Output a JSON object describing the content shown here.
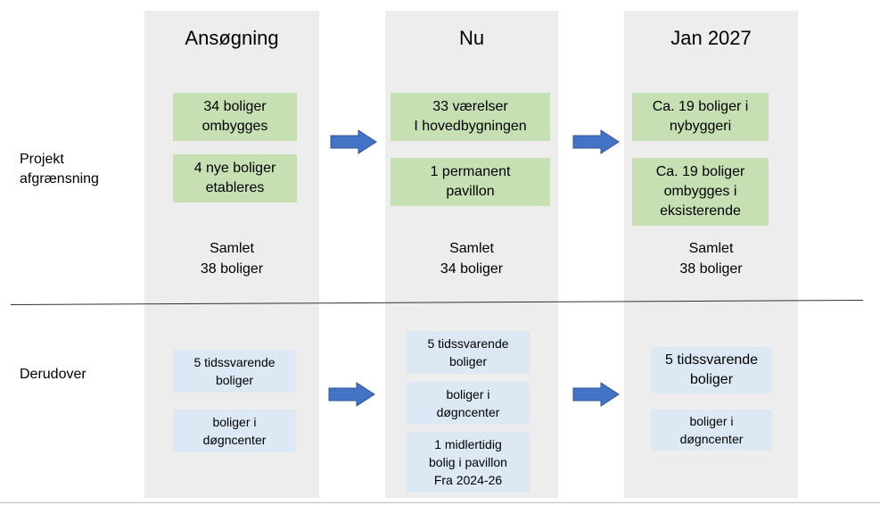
{
  "columns": [
    {
      "title": "Ansøgning",
      "top_boxes": [
        "34 boliger\nombygges",
        "4 nye boliger\netableres"
      ],
      "total": "Samlet\n38 boliger",
      "bottom_boxes": [
        "5 tidssvarende\nboliger",
        "boliger i\ndøgncenter"
      ]
    },
    {
      "title": "Nu",
      "top_boxes": [
        "33 værelser\nI hovedbygningen",
        "1 permanent\npavillon"
      ],
      "total": "Samlet\n34 boliger",
      "bottom_boxes": [
        "5 tidssvarende\nboliger",
        "boliger i\ndøgncenter",
        "1 midlertidig\nbolig i pavillon\nFra 2024-26"
      ]
    },
    {
      "title": "Jan 2027",
      "top_boxes": [
        "Ca. 19 boliger i\nnybyggeri",
        "Ca. 19 boliger\nombygges i\neksisterende"
      ],
      "total": "Samlet\n38 boliger",
      "bottom_boxes": [
        "5 tidssvarende\nboliger",
        "boliger i\ndøgncenter"
      ]
    }
  ],
  "row_labels": {
    "top": "Projekt\nafgrænsning",
    "bottom": "Derudover"
  },
  "colors": {
    "column_bg": "#ededed",
    "green_box": "#c6e0b4",
    "blue_box": "#dce9f5",
    "arrow": "#4472c4"
  }
}
